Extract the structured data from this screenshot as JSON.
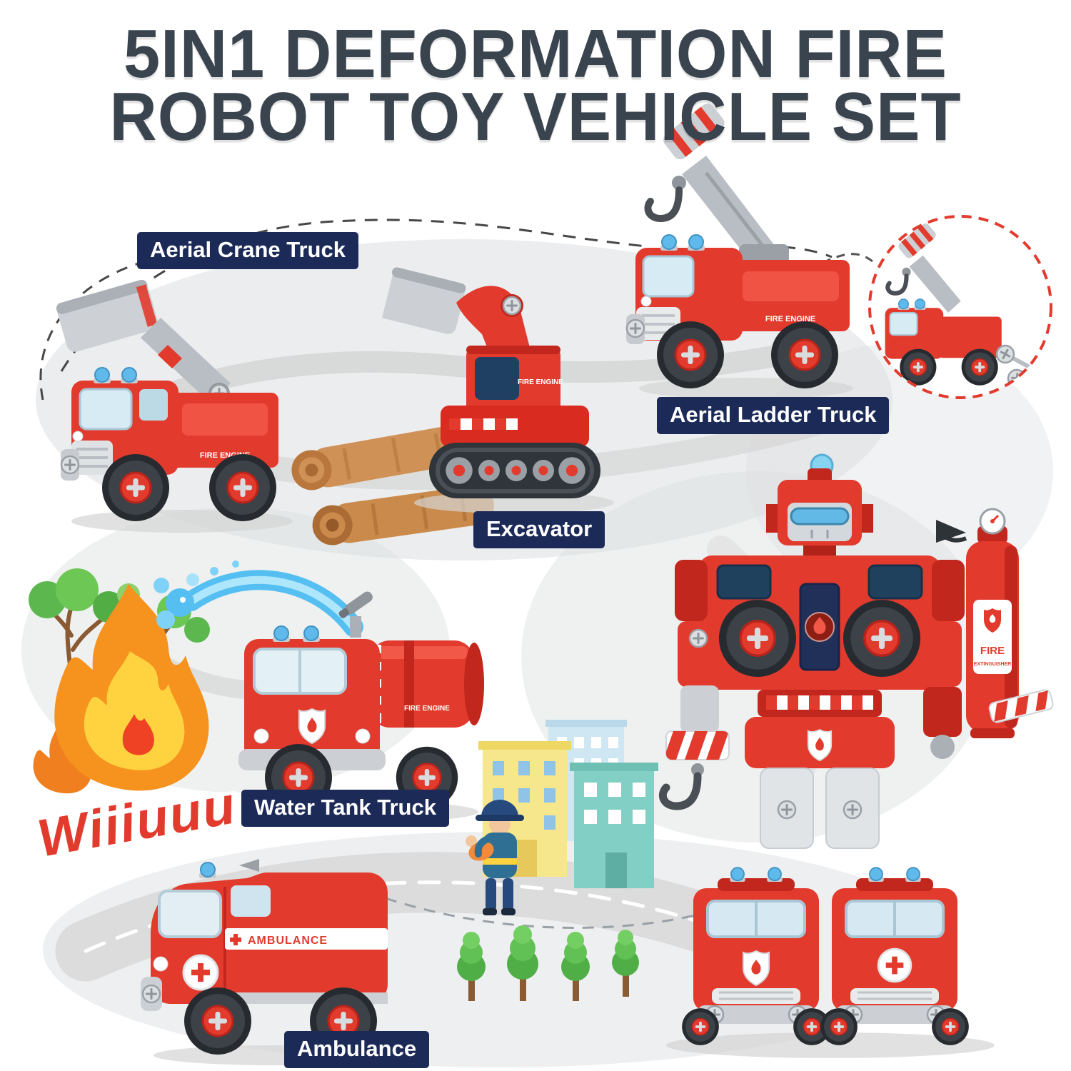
{
  "title": {
    "line1": "5IN1 DEFORMATION FIRE",
    "line2": "ROBOT TOY VEHICLE SET"
  },
  "callouts": {
    "aerial_crane": "Aerial Crane Truck",
    "excavator": "Excavator",
    "aerial_ladder": "Aerial Ladder Truck",
    "water_tank": "Water Tank Truck",
    "ambulance": "Ambulance"
  },
  "sound_effect": "Wiiiuuu",
  "decals": {
    "fire_engine": "FIRE ENGINE",
    "ambulance_side": "AMBULANCE",
    "extinguisher_label": "FIRE",
    "extinguisher_sub": "EXTINGUISHER"
  },
  "colors": {
    "toy_red": "#e23b2e",
    "toy_dark_red": "#c1271c",
    "label_navy": "#1c2a58",
    "title_charcoal": "#3a444f",
    "water_blue": "#56bff2",
    "flame_orange": "#f6921e",
    "tree_green": "#58b947"
  }
}
